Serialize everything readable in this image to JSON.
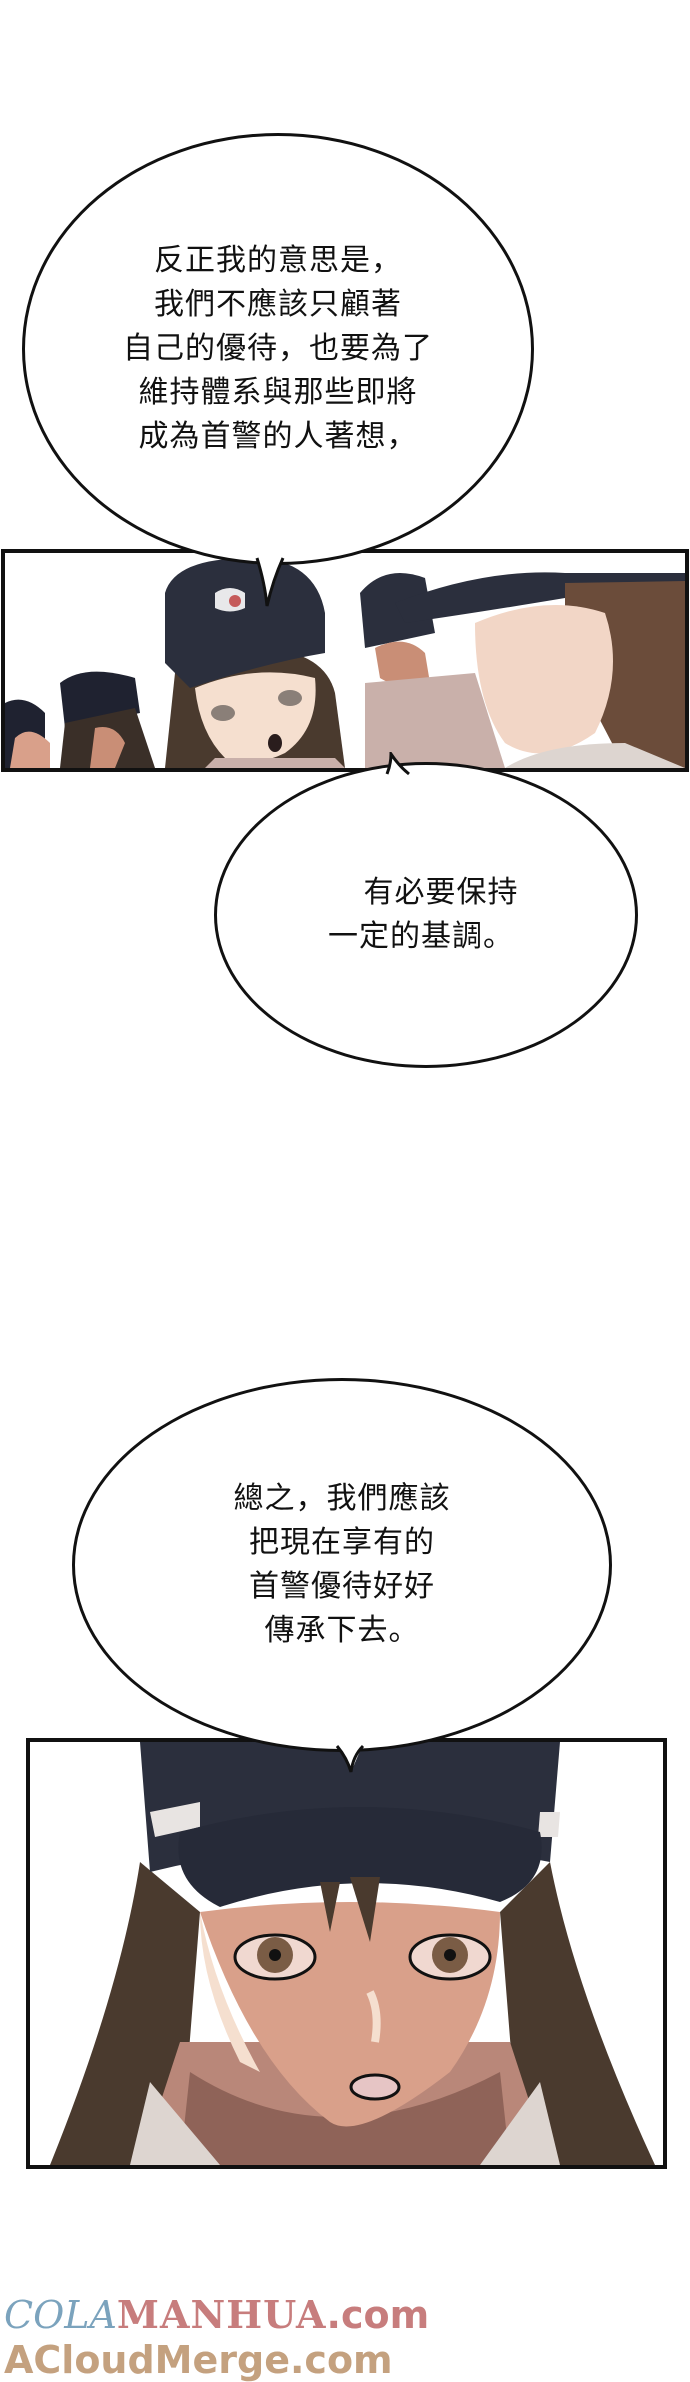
{
  "page": {
    "type": "webcomic page",
    "background": "#ffffff"
  },
  "bubbles": [
    {
      "id": "bubble-1",
      "lines": [
        "反正我的意思是，",
        "我們不應該只顧著",
        "自己的優待，也要為了",
        "維持體系與那些即將",
        "成為首警的人著想，"
      ]
    },
    {
      "id": "bubble-2",
      "lines": [
        "有必要保持",
        "一定的基調。"
      ]
    },
    {
      "id": "bubble-3",
      "lines": [
        "總之，我們應該",
        "把現在享有的",
        "首警優待好好",
        "傳承下去。"
      ]
    }
  ],
  "panels": [
    {
      "id": "panel-1",
      "description": "Group of female police trainees in navy caps and beige uniforms; long-haired girl in center speaking"
    },
    {
      "id": "panel-2",
      "description": "Close-up of long-haired girl in navy cap with brown eyes, mouth slightly open"
    }
  ],
  "colors": {
    "cap_navy": "#2b2f3d",
    "skin": "#d9a08a",
    "hair": "#4a3a2e",
    "uniform": "#c9b0aa",
    "outline": "#111111"
  },
  "watermark": {
    "line1_part1": "COLA",
    "line1_part2": "MANHUA",
    "line1_part3": ".com",
    "line2": "ACloudMerge.com"
  }
}
